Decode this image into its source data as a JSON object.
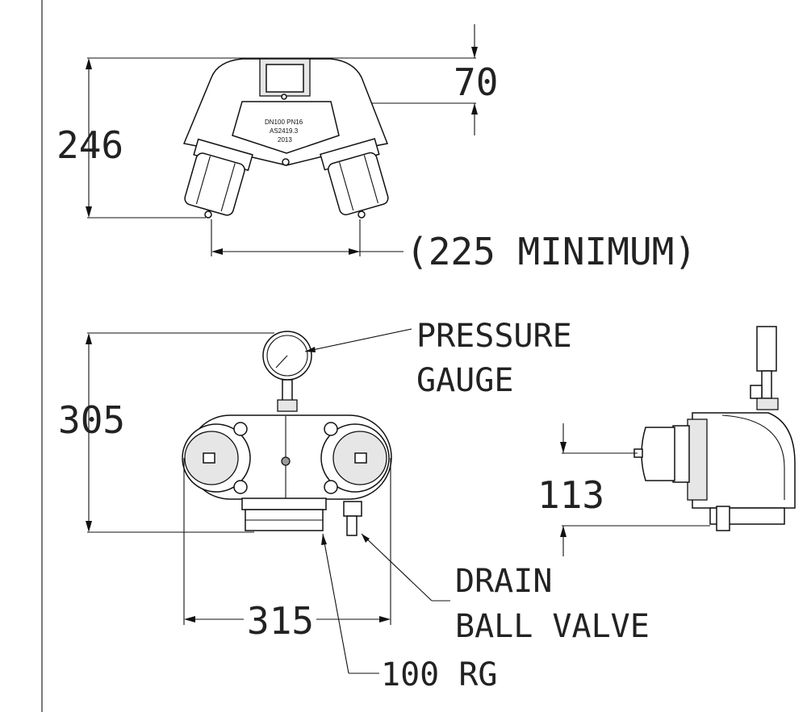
{
  "dimensions": {
    "top_height": "246",
    "top_offset": "70",
    "top_spacing": "(225 MINIMUM)",
    "front_height": "305",
    "front_width": "315",
    "side_height": "113"
  },
  "labels": {
    "pressure_gauge_line1": "PRESSURE",
    "pressure_gauge_line2": "GAUGE",
    "drain_line1": "DRAIN",
    "drain_line2": "BALL VALVE",
    "inlet": "100 RG"
  },
  "plate": {
    "line1": "DN100 PN16",
    "line2": "AS2419.3",
    "line3": "2013"
  }
}
